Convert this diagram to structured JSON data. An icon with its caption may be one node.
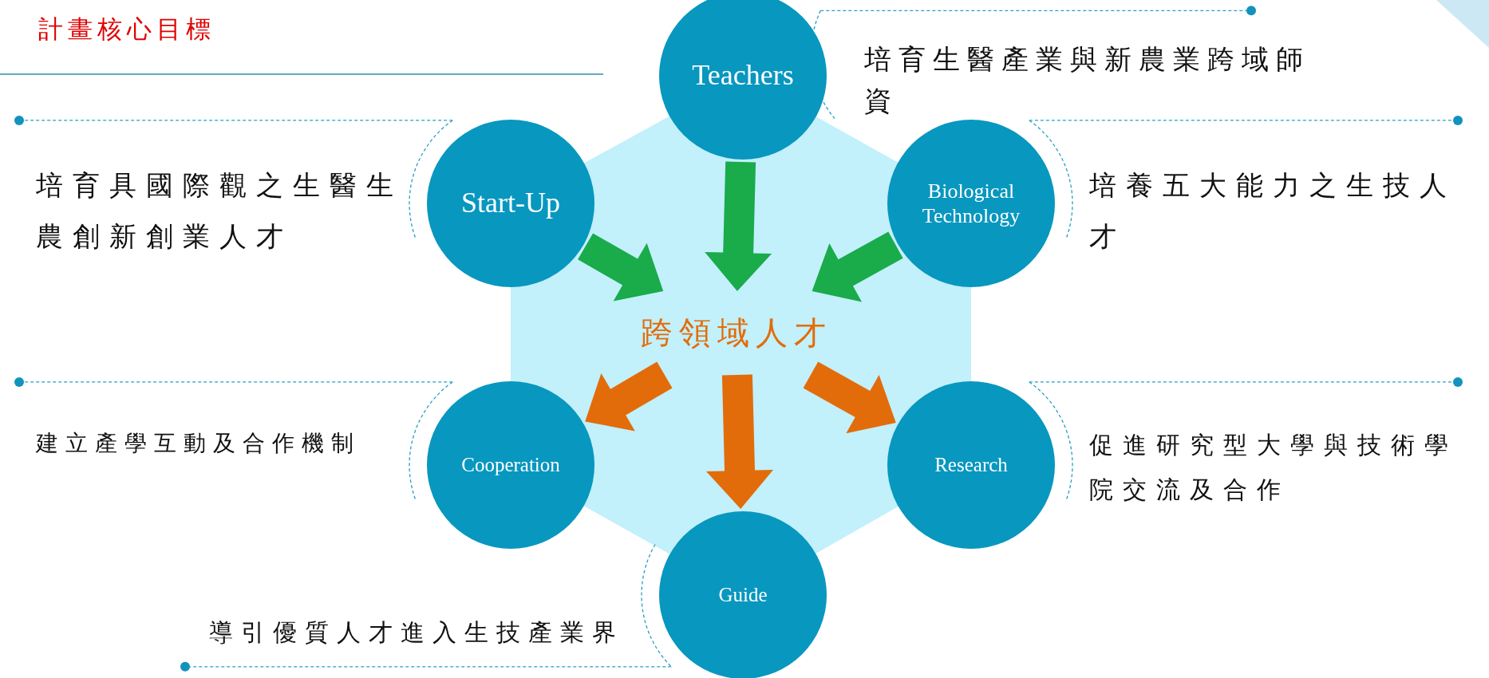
{
  "diagram": {
    "title": "計畫核心目標",
    "nodes": [
      {
        "text": [
          "Teachers"
        ]
      },
      {
        "text": [
          "Start-Up"
        ],
        "beside": [
          "培育具國際觀之生醫生農創新創業人才"
        ]
      },
      {
        "text": [
          "Biological Technology"
        ],
        "beside": [
          "培養五大能力之生技人才"
        ]
      },
      {
        "text": [
          "跨領域人才"
        ]
      },
      {
        "text": [
          "Cooperation"
        ],
        "beside": [
          "建立產學互動及合作機制"
        ]
      },
      {
        "text": [
          "Research"
        ],
        "beside": [
          "促進研究型大學與技術學院交流及合作"
        ]
      },
      {
        "text": [
          "Guide"
        ],
        "beside": [
          "導引優質人才進入生技產業界"
        ]
      }
    ],
    "edges": [
      {
        "from": 0,
        "to": 3,
        "arrow": "to",
        "color": "#1aab4b"
      },
      {
        "from": 1,
        "to": 3,
        "arrow": "to",
        "color": "#1aab4b"
      },
      {
        "from": 2,
        "to": 3,
        "arrow": "to",
        "color": "#1aab4b"
      },
      {
        "from": 3,
        "to": 4,
        "arrow": "to",
        "color": "#e36c0a"
      },
      {
        "from": 3,
        "to": 5,
        "arrow": "to",
        "color": "#e36c0a"
      },
      {
        "from": 3,
        "to": 6,
        "arrow": "to",
        "color": "#e36c0a"
      }
    ],
    "labels": [
      "培育生醫產業與新農業跨域師資"
    ]
  }
}
